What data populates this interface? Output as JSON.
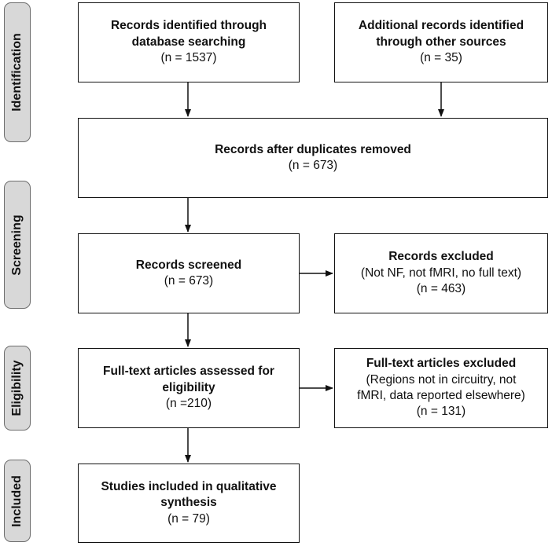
{
  "phases": {
    "identification": "Identification",
    "screening": "Screening",
    "eligibility": "Eligibility",
    "included": "Included"
  },
  "boxes": {
    "database": {
      "title_1": "Records identified through",
      "title_2": "database searching",
      "count": "(n = 1537)"
    },
    "other_sources": {
      "title_1": "Additional records identified",
      "title_2": "through other sources",
      "count": "(n = 35)"
    },
    "duplicates_removed": {
      "title": "Records after duplicates removed",
      "count": "(n = 673)"
    },
    "screened": {
      "title": "Records screened",
      "count": "(n = 673)"
    },
    "excluded": {
      "title": "Records excluded",
      "detail": "(Not NF, not fMRI, no full text)",
      "count": "(n = 463)"
    },
    "fulltext_assessed": {
      "title_1": "Full-text articles assessed for",
      "title_2": "eligibility",
      "count": "(n =210)"
    },
    "fulltext_excluded": {
      "title": "Full-text articles excluded",
      "detail_1": "(Regions not in circuitry, not",
      "detail_2": "fMRI, data reported elsewhere)",
      "count": "(n = 131)"
    },
    "included": {
      "title_1": "Studies included in qualitative",
      "title_2": "synthesis",
      "count": "(n = 79)"
    }
  }
}
